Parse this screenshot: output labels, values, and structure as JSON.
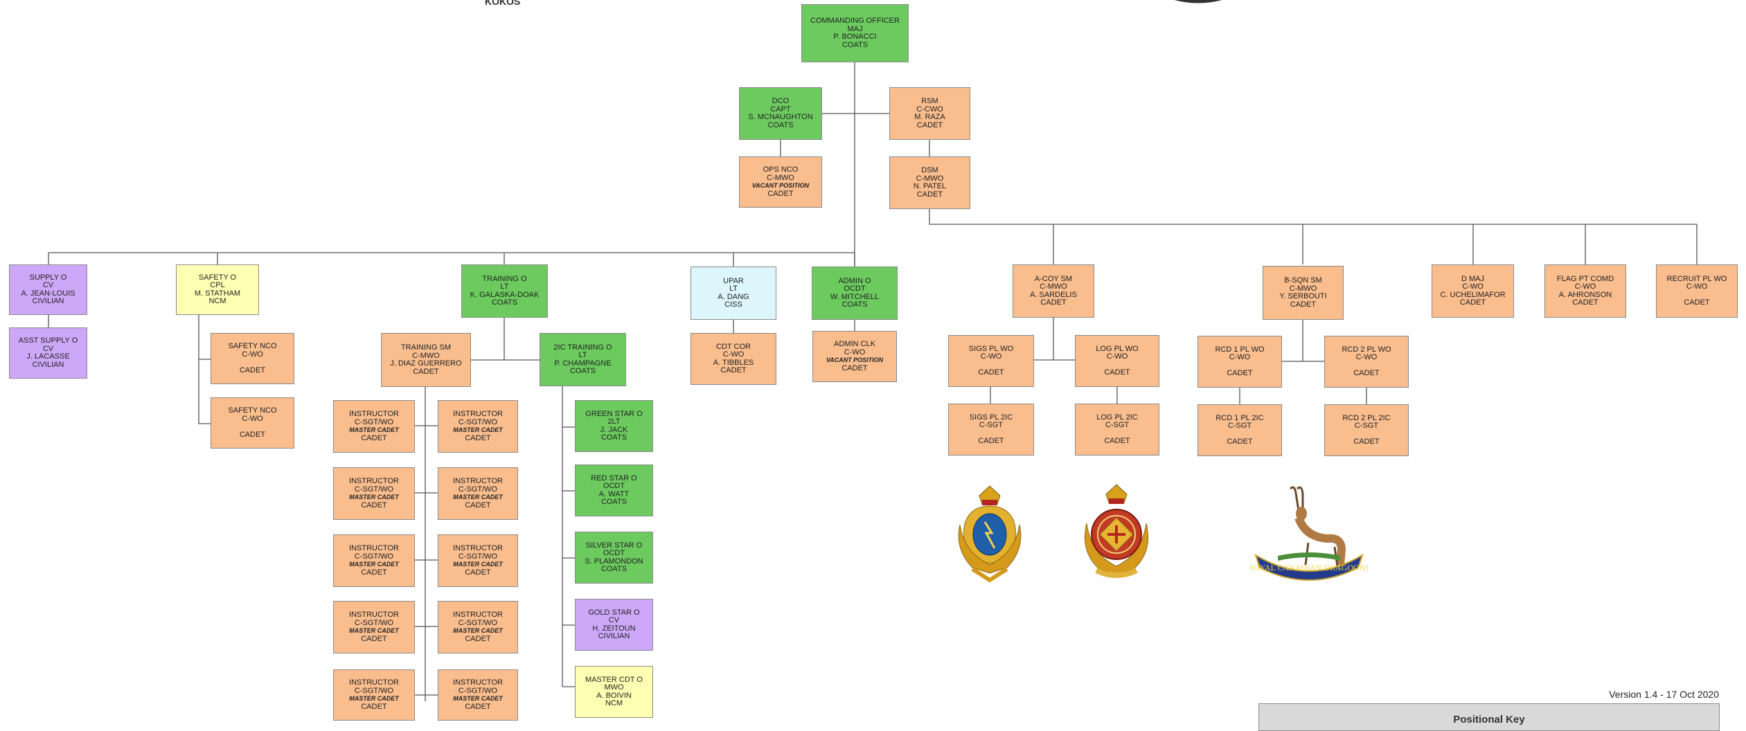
{
  "top_fragment": "KOKOS",
  "version": "Version 1.4 - 17 Oct 2020",
  "key_title": "Positional Key",
  "colors": {
    "green": "#6cca5f",
    "orange": "#f9bd8e",
    "purple": "#cda8f8",
    "yellow": "#ffffb3",
    "cyan": "#dcf6fc",
    "line": "#555555"
  },
  "crests": [
    "cic-branch-crest-icon",
    "cadet-corps-crest-icon",
    "royal-canadian-dragoons-crest-icon"
  ],
  "crest_text": "ROYAL CANADIAN DRAGOONS",
  "nodes": {
    "co": [
      "COMMANDING OFFICER",
      "MAJ",
      "P. BONACCI",
      "COATS"
    ],
    "dco": [
      "DCO",
      "CAPT",
      "S. MCNAUGHTON",
      "COATS"
    ],
    "rsm": [
      "RSM",
      "C-CWO",
      "M. RAZA",
      "CADET"
    ],
    "ops": [
      "OPS NCO",
      "C-MWO",
      "VACANT POSITION",
      "CADET"
    ],
    "dsm": [
      "DSM",
      "C-MWO",
      "N. PATEL",
      "CADET"
    ],
    "supply": [
      "SUPPLY O",
      "CV",
      "A. JEAN-LOUIS",
      "CIVILIAN"
    ],
    "asst_supply": [
      "ASST SUPPLY O",
      "CV",
      "J. LACASSE",
      "CIVILIAN"
    ],
    "safety_o": [
      "SAFETY O",
      "CPL",
      "M. STATHAM",
      "NCM"
    ],
    "safety_nco1": [
      "SAFETY NCO",
      "C-WO",
      "",
      "CADET"
    ],
    "safety_nco2": [
      "SAFETY NCO",
      "C-WO",
      "",
      "CADET"
    ],
    "training_o": [
      "TRAINING O",
      "LT",
      "K. GALASKA-DOAK",
      "COATS"
    ],
    "training_sm": [
      "TRAINING SM",
      "C-MWO",
      "J. DIAZ GUERRERO",
      "CADET"
    ],
    "ic2_training": [
      "2IC TRAINING O",
      "LT",
      "P. CHAMPAGNE",
      "COATS"
    ],
    "instructor": [
      "INSTRUCTOR",
      "C-SGT/WO",
      "MASTER CADET",
      "CADET"
    ],
    "green_star": [
      "GREEN STAR O",
      "2LT",
      "J. JACK",
      "COATS"
    ],
    "red_star": [
      "RED STAR O",
      "OCDT",
      "A. WATT",
      "COATS"
    ],
    "silver_star": [
      "SILVER STAR O",
      "OCDT",
      "S. PLAMONDON",
      "COATS"
    ],
    "gold_star": [
      "GOLD STAR O",
      "CV",
      "H. ZEITOUN",
      "CIVILIAN"
    ],
    "master_cdt": [
      "MASTER CDT O",
      "MWO",
      "A. BOIVIN",
      "NCM"
    ],
    "upar": [
      "UPAR",
      "LT",
      "A. DANG",
      "CISS"
    ],
    "cdt_cor": [
      "CDT COR",
      "C-WO",
      "A. TIBBLES",
      "CADET"
    ],
    "admin_o": [
      "ADMIN O",
      "OCDT",
      "W. MITCHELL",
      "COATS"
    ],
    "admin_clk": [
      "ADMIN CLK",
      "C-WO",
      "VACANT POSITION",
      "CADET"
    ],
    "a_coy": [
      "A-COY SM",
      "C-MWO",
      "A. SARDELIS",
      "CADET"
    ],
    "sigs_wo": [
      "SIGS PL WO",
      "C-WO",
      "",
      "CADET"
    ],
    "sigs_2ic": [
      "SIGS PL 2IC",
      "C-SGT",
      "",
      "CADET"
    ],
    "log_wo": [
      "LOG PL WO",
      "C-WO",
      "",
      "CADET"
    ],
    "log_2ic": [
      "LOG PL 2IC",
      "C-SGT",
      "",
      "CADET"
    ],
    "b_sqn": [
      "B-SQN SM",
      "C-MWO",
      "Y. SERBOUTI",
      "CADET"
    ],
    "rcd1_wo": [
      "RCD 1 PL WO",
      "C-WO",
      "",
      "CADET"
    ],
    "rcd1_2ic": [
      "RCD 1 PL 2IC",
      "C-SGT",
      "",
      "CADET"
    ],
    "rcd2_wo": [
      "RCD 2 PL WO",
      "C-WO",
      "",
      "CADET"
    ],
    "rcd2_2ic": [
      "RCD 2 PL 2IC",
      "C-SGT",
      "",
      "CADET"
    ],
    "d_maj": [
      "D MAJ",
      "C-WO",
      "C. UCHELIMAFOR",
      "CADET"
    ],
    "flag": [
      "FLAG PT COMD",
      "C-WO",
      "A. AHRONSON",
      "CADET"
    ],
    "recruit": [
      "RECRUIT PL WO",
      "C-WO",
      "",
      "CADET"
    ]
  }
}
